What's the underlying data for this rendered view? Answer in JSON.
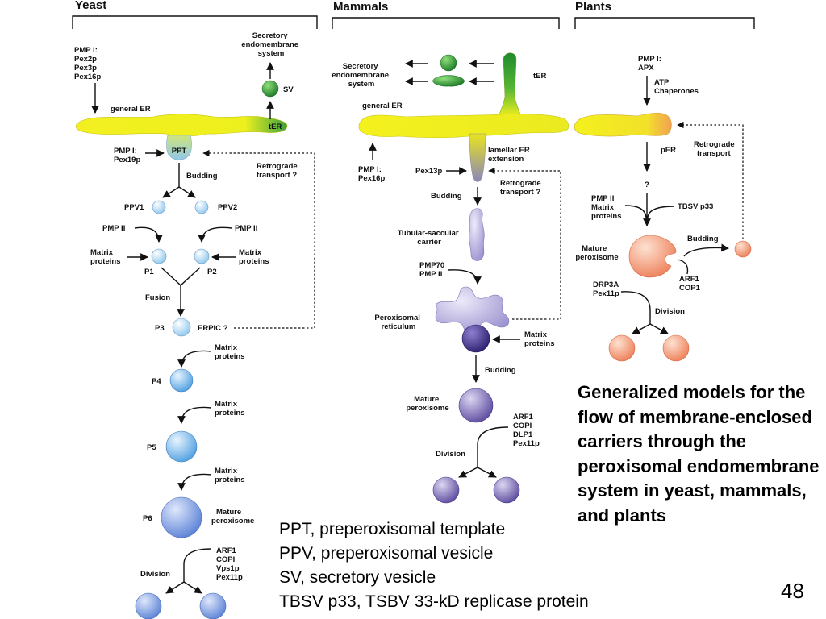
{
  "panels": {
    "yeast": {
      "header": "Yeast",
      "labels": {
        "pmp1": [
          "PMP I:",
          "Pex2p",
          "Pex3p",
          "Pex16p"
        ],
        "secretory": [
          "Secretory",
          "endomembrane",
          "system"
        ],
        "sv": "SV",
        "general_er": "general ER",
        "ter": "tER",
        "ppt": "PPT",
        "pmp1_pex19": [
          "PMP I:",
          "Pex19p"
        ],
        "retrograde": [
          "Retrograde",
          "transport ?"
        ],
        "budding": "Budding",
        "ppv1": "PPV1",
        "ppv2": "PPV2",
        "pmp2_left": "PMP II",
        "pmp2_right": "PMP II",
        "matrix_left": [
          "Matrix",
          "proteins"
        ],
        "matrix_right": [
          "Matrix",
          "proteins"
        ],
        "p1": "P1",
        "p2": "P2",
        "fusion": "Fusion",
        "p3": "P3",
        "erpic": "ERPIC ?",
        "matrix_p3": [
          "Matrix",
          "proteins"
        ],
        "p4": "P4",
        "matrix_p4": [
          "Matrix",
          "proteins"
        ],
        "p5": "P5",
        "matrix_p5": [
          "Matrix",
          "proteins"
        ],
        "p6": "P6",
        "mature": [
          "Mature",
          "peroxisome"
        ],
        "division_factors": [
          "ARF1",
          "COPI",
          "Vps1p",
          "Pex11p"
        ],
        "division": "Division"
      }
    },
    "mammals": {
      "header": "Mammals",
      "labels": {
        "secretory": [
          "Secretory",
          "endomembrane",
          "system"
        ],
        "ter": "tER",
        "general_er": "general ER",
        "lamellar": [
          "lamellar ER",
          "extension"
        ],
        "pmp1": [
          "PMP I:",
          "Pex16p"
        ],
        "pex13": "Pex13p",
        "retrograde": [
          "Retrograde",
          "transport ?"
        ],
        "budding1": "Budding",
        "tubular": [
          "Tubular-saccular",
          "carrier"
        ],
        "pmp70": [
          "PMP70",
          "PMP II"
        ],
        "reticulum": [
          "Peroxisomal",
          "reticulum"
        ],
        "matrix": [
          "Matrix",
          "proteins"
        ],
        "budding2": "Budding",
        "mature": [
          "Mature",
          "peroxisome"
        ],
        "division_factors": [
          "ARF1",
          "COPI",
          "DLP1",
          "Pex11p"
        ],
        "division": "Division"
      }
    },
    "plants": {
      "header": "Plants",
      "labels": {
        "pmp1": [
          "PMP I:",
          "APX"
        ],
        "atp": [
          "ATP",
          "Chaperones"
        ],
        "retrograde": [
          "Retrograde",
          "transport"
        ],
        "per": "pER",
        "question": "?",
        "pmp2": [
          "PMP II",
          "Matrix",
          "proteins"
        ],
        "tbsv": "TBSV p33",
        "mature": [
          "Mature",
          "peroxisome"
        ],
        "budding": "Budding",
        "arf": [
          "ARF1",
          "COP1"
        ],
        "drp": [
          "DRP3A",
          "Pex11p"
        ],
        "division": "Division"
      }
    }
  },
  "caption": "Generalized models for the flow of membrane-enclosed carriers through the peroxisomal endomembrane system in yeast, mammals, and plants",
  "legend": [
    "PPT, preperoxisomal template",
    "PPV, preperoxisomal vesicle",
    "SV, secretory vesicle",
    "TBSV p33, TSBV 33-kD replicase protein"
  ],
  "slide_number": "48",
  "colors": {
    "er_yellow": "#f2ef1e",
    "ter_green": "#2f9a3a",
    "yeast_blue": "#7ab8ea",
    "mammal_purple": "#6a5aa8",
    "plant_salmon": "#f29a72"
  }
}
